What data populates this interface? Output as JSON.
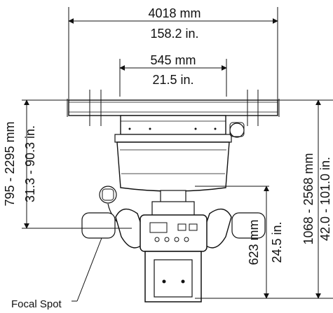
{
  "dimensions": {
    "overall_width_mm": "4018 mm",
    "overall_width_in": "158.2 in.",
    "rail_width_mm": "545 mm",
    "rail_width_in": "21.5 in.",
    "vertical_travel_mm": "795 - 2295 mm",
    "vertical_travel_in": "31.3 - 90.3 in.",
    "focal_height_mm": "623 mm",
    "focal_height_in": "24.5 in.",
    "height_range_mm": "1068 - 2568 mm",
    "height_range_in": "42.0 - 101.0 in."
  },
  "labels": {
    "focal_spot": "Focal Spot"
  },
  "colors": {
    "line": "#111111",
    "background": "#ffffff"
  }
}
